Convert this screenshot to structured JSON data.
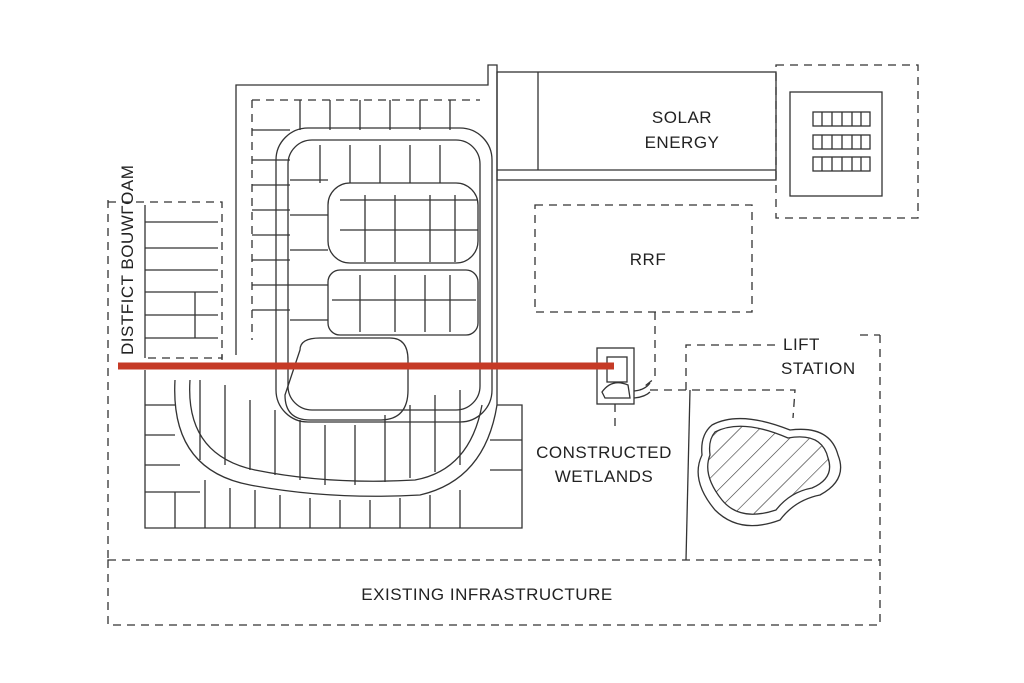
{
  "labels": {
    "solar_line1": "SOLAR",
    "solar_line2": "ENERGY",
    "rrf": "RRF",
    "lift_line1": "LIFT",
    "lift_line2": "STATION",
    "wetlands_line1": "CONSTRUCTED",
    "wetlands_line2": "WETLANDS",
    "infrastructure": "EXISTING INFRASTRUCTURE",
    "district": "DISTFICT BOUWΓOAM"
  },
  "colors": {
    "section_line": "#c53a26",
    "ink": "#333333"
  }
}
